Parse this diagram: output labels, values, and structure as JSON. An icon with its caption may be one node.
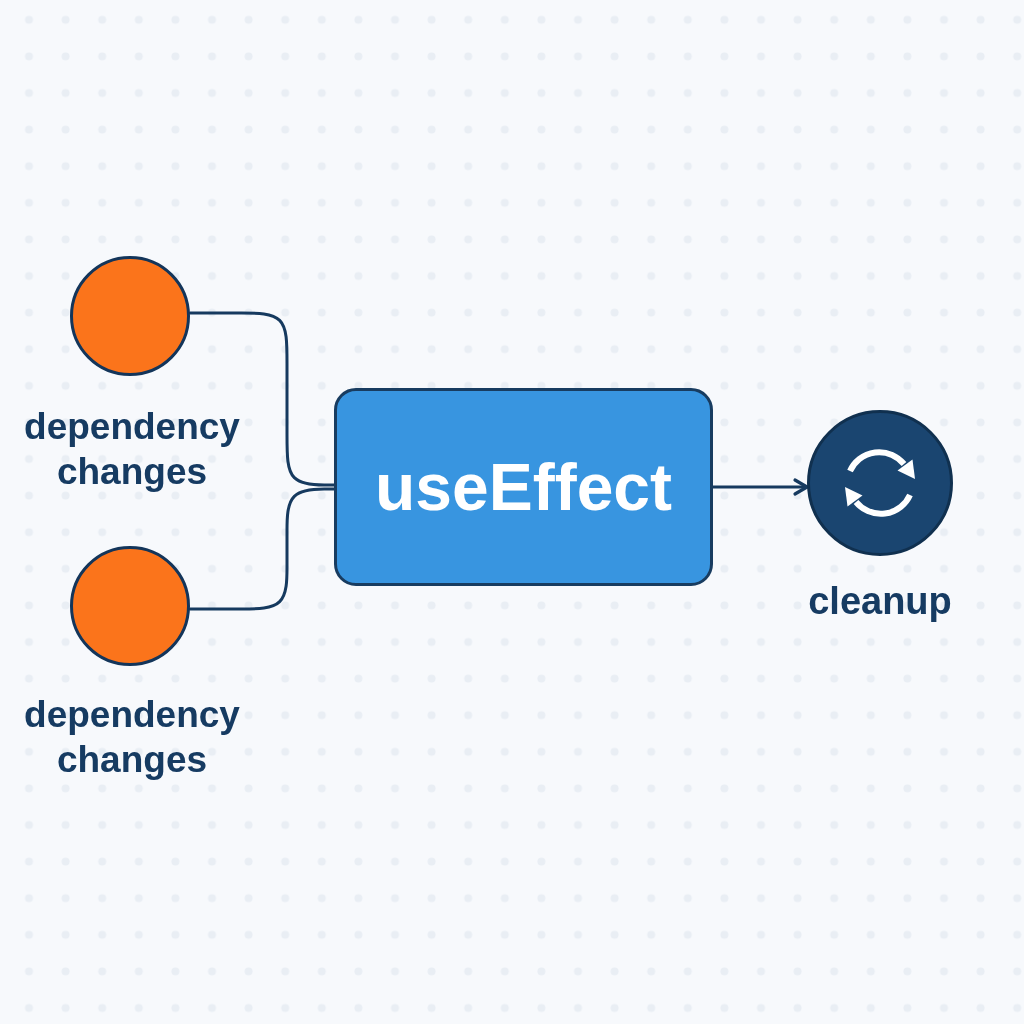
{
  "diagram": {
    "nodes": [
      {
        "text": [],
        "shape": "circle",
        "beside": [
          "dependency changes"
        ]
      },
      {
        "text": [],
        "shape": "circle",
        "beside": [
          "dependency changes"
        ]
      },
      {
        "text": [
          "useEffect"
        ]
      },
      {
        "text": [],
        "shape": "circle",
        "beside": [
          "cleanup"
        ]
      }
    ],
    "edges": [
      {
        "from": 0,
        "to": 2,
        "arrow": "none"
      },
      {
        "from": 1,
        "to": 2,
        "arrow": "none"
      },
      {
        "from": 2,
        "to": 3,
        "arrow": "to"
      }
    ]
  }
}
